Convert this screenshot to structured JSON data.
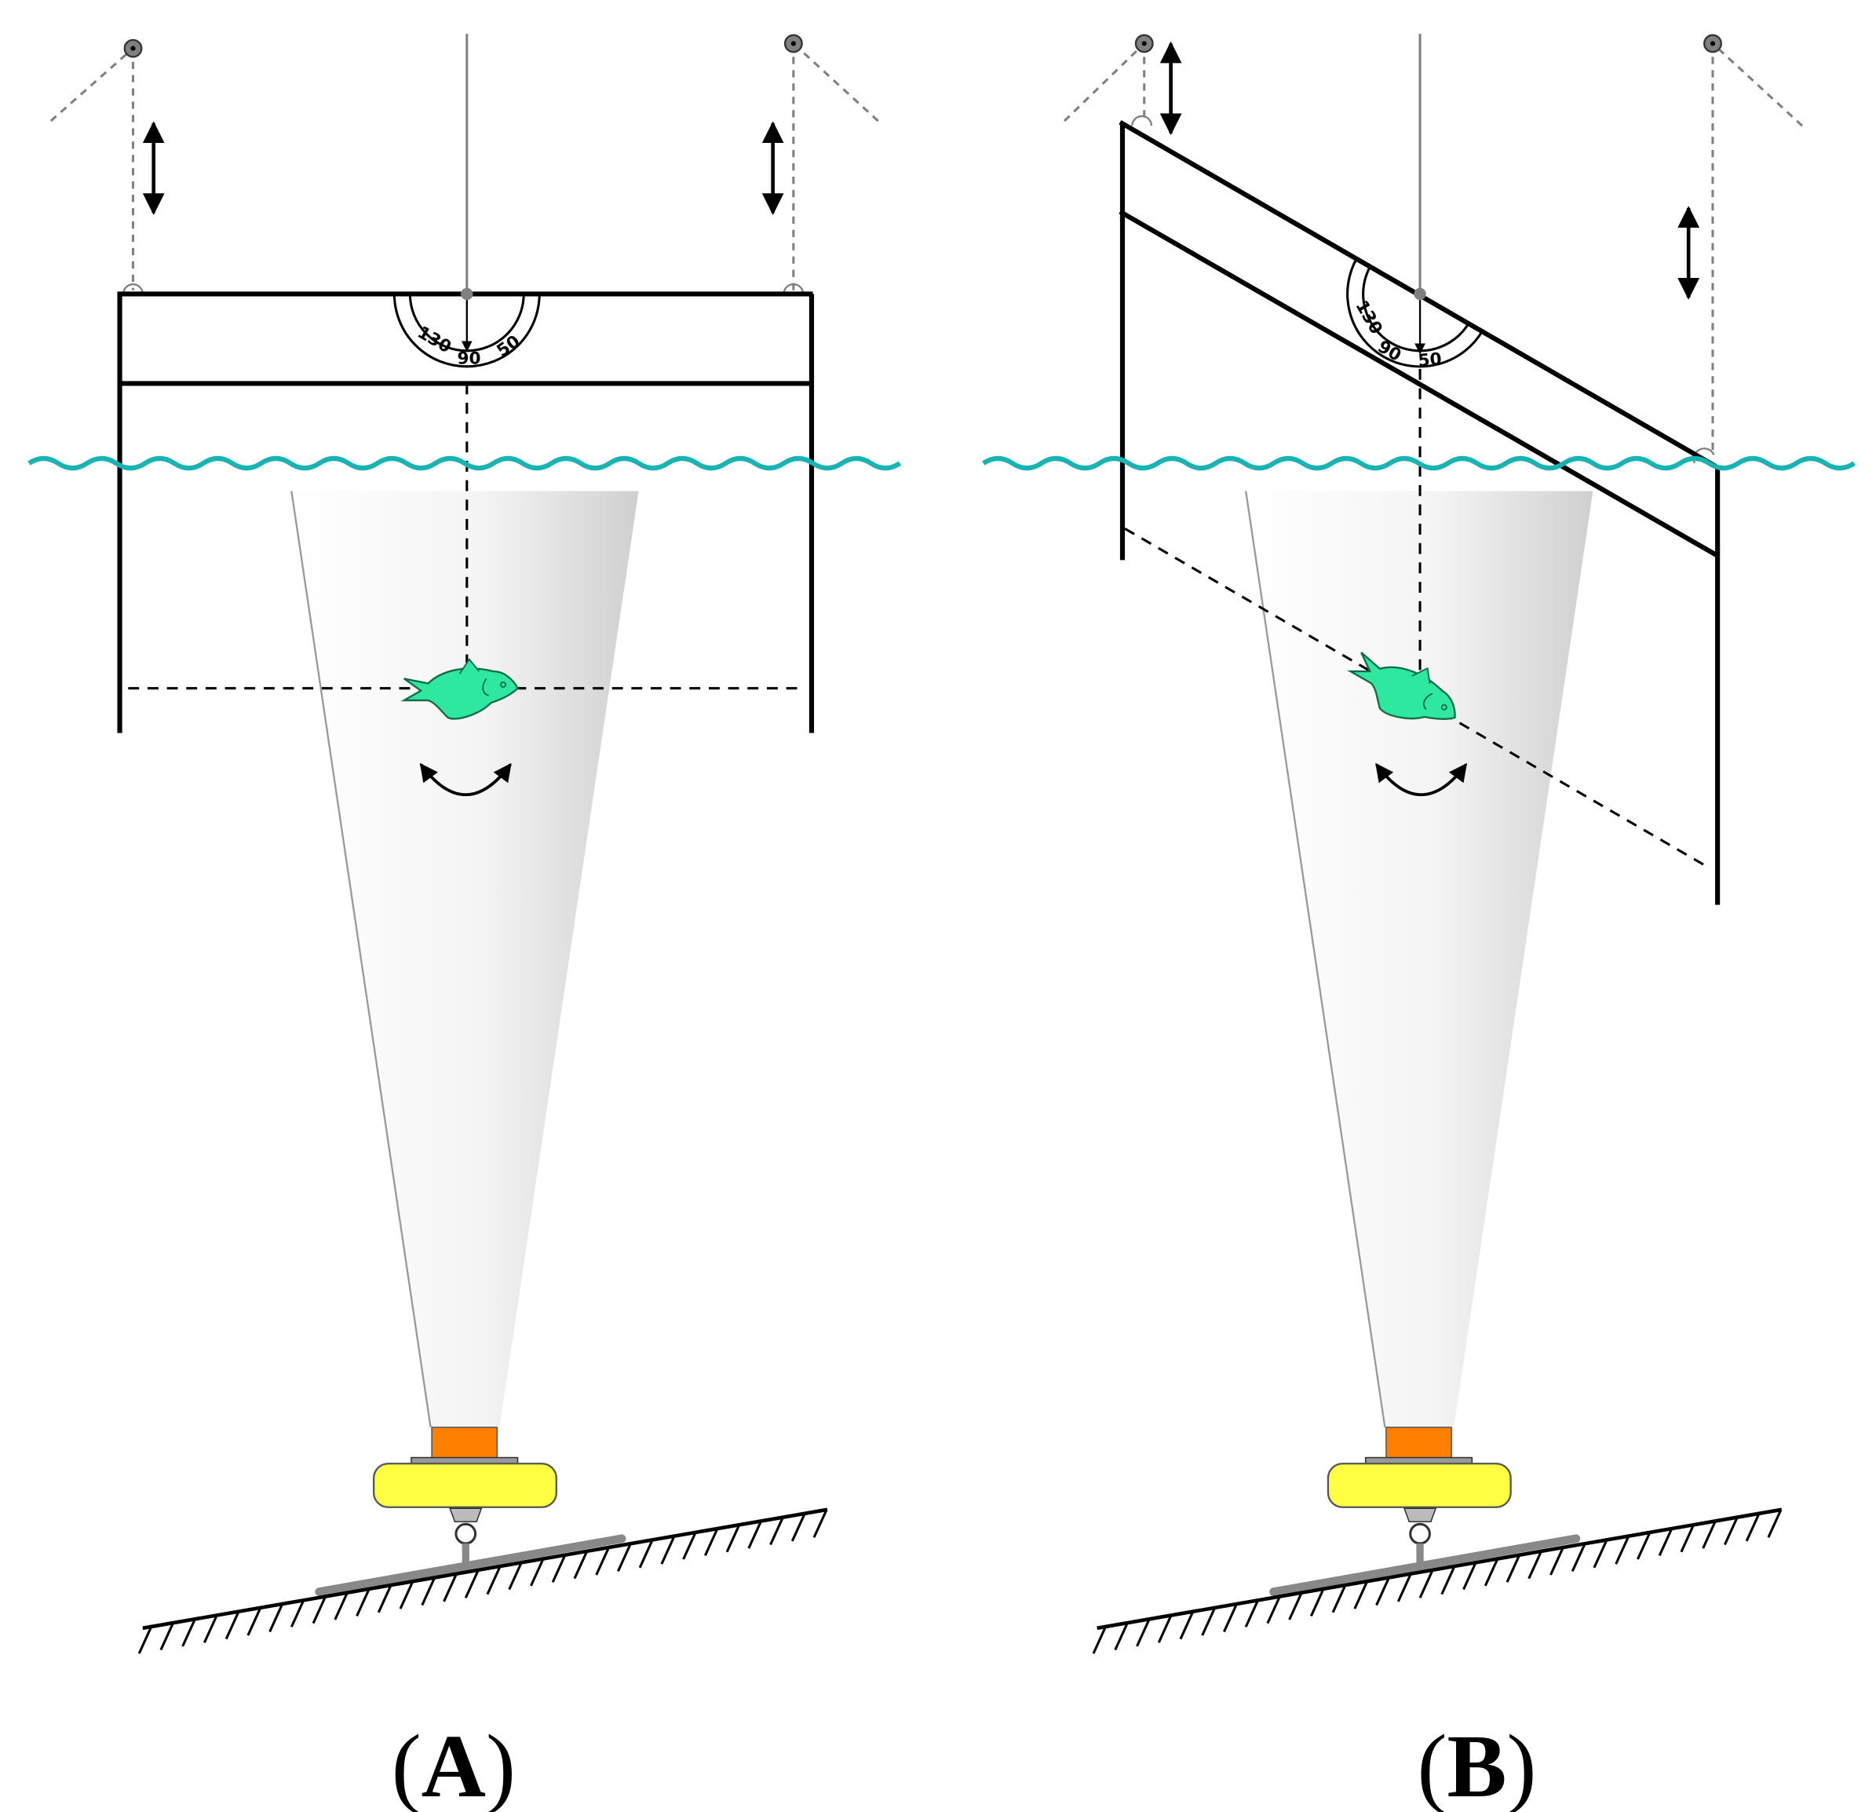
{
  "panels": [
    {
      "id": "A",
      "caption_open": "(",
      "caption_letter": "A",
      "caption_close": ")",
      "protractor": {
        "labels": [
          "130",
          "90",
          "50"
        ]
      }
    },
    {
      "id": "B",
      "caption_open": "(",
      "caption_letter": "B",
      "caption_close": ")",
      "protractor": {
        "labels": [
          "130",
          "90",
          "50"
        ]
      }
    }
  ],
  "colors": {
    "water": "#1ab3b3",
    "fish": "#2ee8a0",
    "fish_outline": "#0f6b4a",
    "transducer": "#ff8000",
    "float": "#ffff44",
    "line": "#000000",
    "rope": "#808080"
  }
}
